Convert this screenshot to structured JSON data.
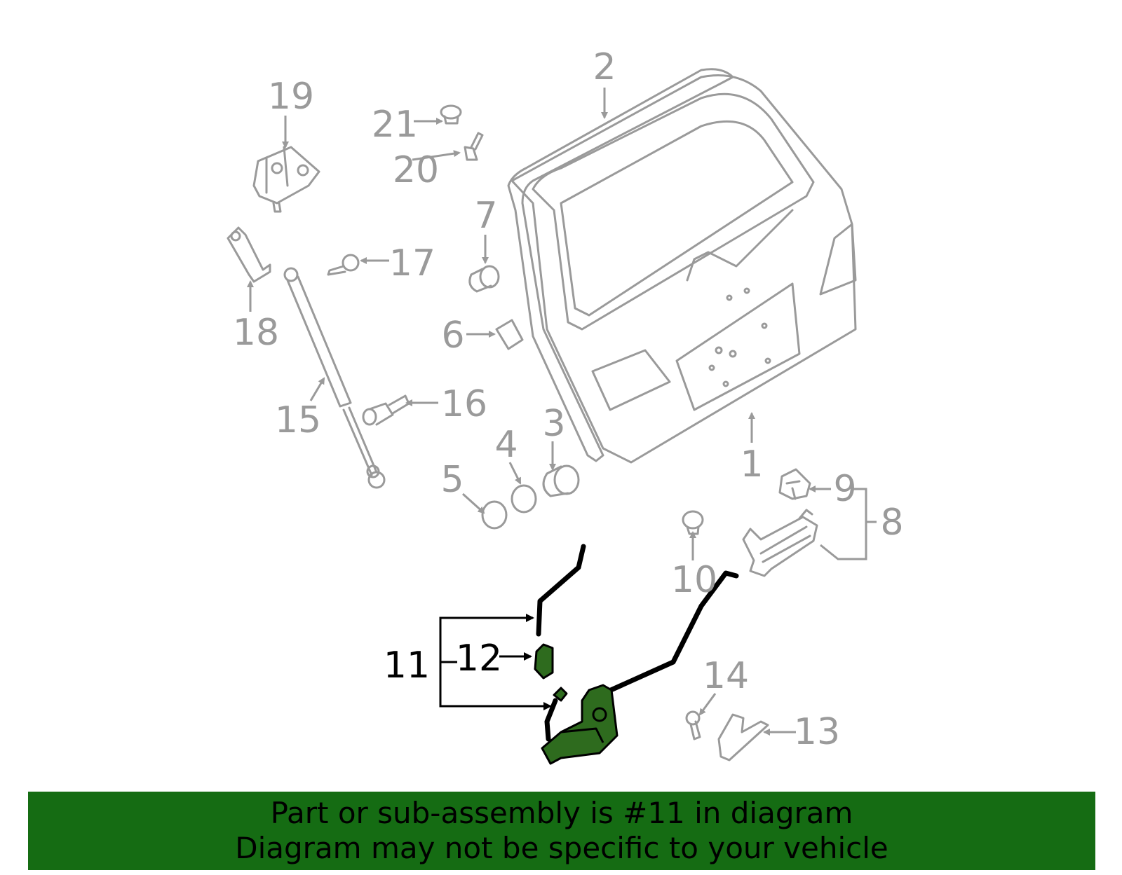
{
  "callouts": {
    "c1": "1",
    "c2": "2",
    "c3": "3",
    "c4": "4",
    "c5": "5",
    "c6": "6",
    "c7": "7",
    "c8": "8",
    "c9": "9",
    "c10": "10",
    "c11": "11",
    "c12": "12",
    "c13": "13",
    "c14": "14",
    "c15": "15",
    "c16": "16",
    "c17": "17",
    "c18": "18",
    "c19": "19",
    "c20": "20",
    "c21": "21"
  },
  "highlight_part": "11",
  "colors": {
    "highlight": "#2e6b1e",
    "banner": "#156c13",
    "parts": "#9a9a9a"
  },
  "banner": {
    "line1": "Part or sub-assembly is #11 in diagram",
    "line2": "Diagram may not be specific to your vehicle"
  }
}
